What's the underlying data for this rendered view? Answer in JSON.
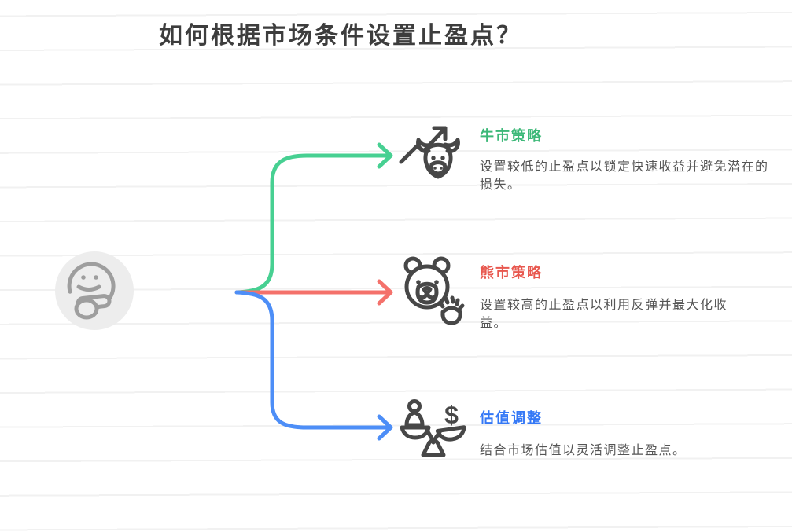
{
  "page": {
    "title": "如何根据市场条件设置止盈点？"
  },
  "root_node": {
    "icon": "thinking-face-icon"
  },
  "branches": [
    {
      "label": "牛市策略",
      "description": "设置较低的止盈点以锁定快速收益并避免潜在的损失。",
      "label_color": "#3cb878",
      "arrow_color": "#47d092",
      "icon": "bull-market-trend-up-icon"
    },
    {
      "label": "熊市策略",
      "description": "设置较高的止盈点以利用反弹并最大化收益。",
      "label_color": "#e8584f",
      "arrow_color": "#f4716b",
      "icon": "bear-market-paw-icon"
    },
    {
      "label": "估值调整",
      "description": "结合市场估值以灵活调整止盈点。",
      "label_color": "#3478f6",
      "arrow_color": "#4d8ef7",
      "icon": "valuation-balance-scale-icon"
    }
  ],
  "icon_glyphs": {
    "dollar": "$"
  },
  "theme": {
    "background": "#ffffff",
    "ruled_line_color": "#f1f1f1",
    "title_color": "#3d3d3d",
    "description_color": "#555555",
    "icon_stroke": "#474747",
    "thinker_stroke": "#9e9e9e",
    "thinker_bg": "#ededed"
  }
}
